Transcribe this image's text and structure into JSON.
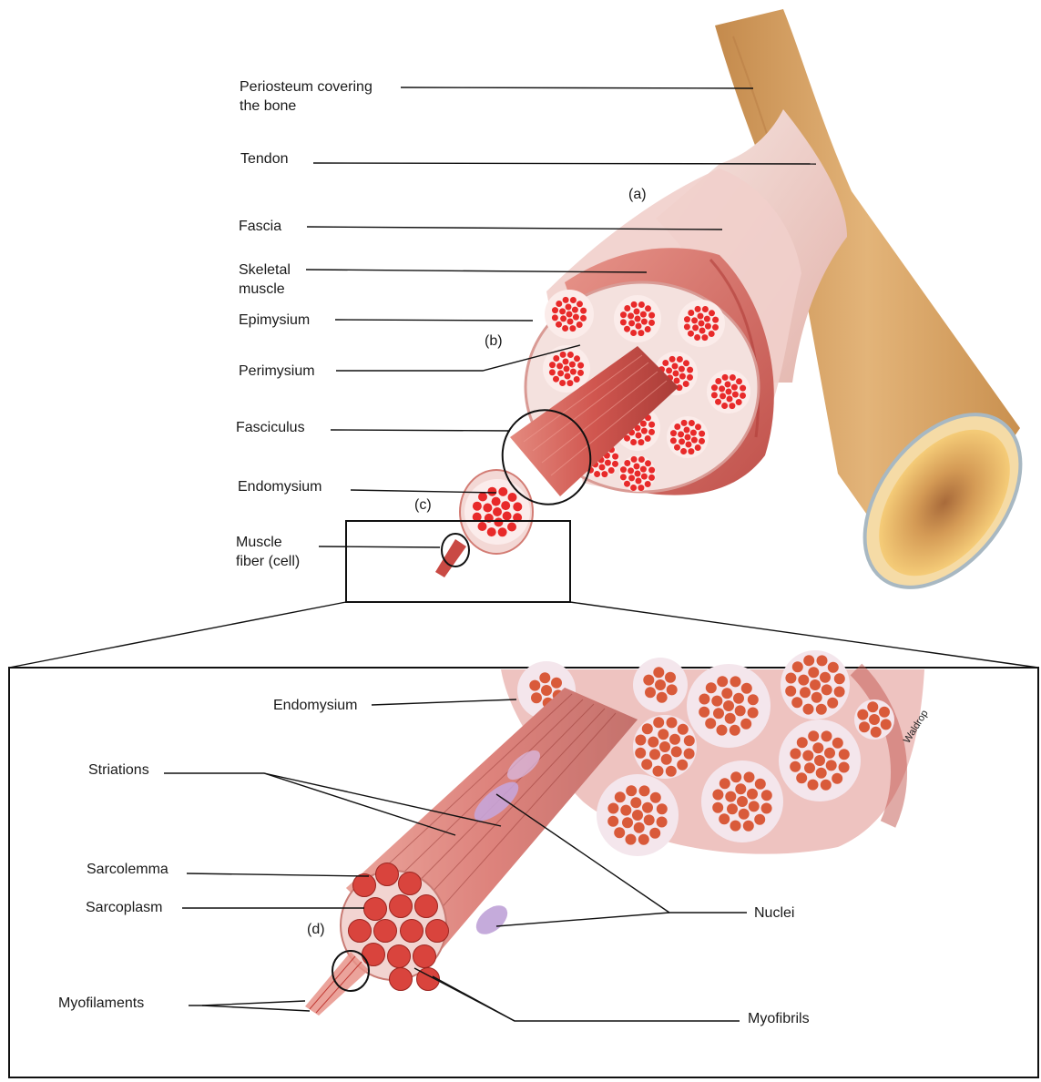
{
  "top_panel": {
    "labels": {
      "periosteum_l1": "Periosteum covering",
      "periosteum_l2": "the bone",
      "tendon": "Tendon",
      "fascia": "Fascia",
      "skeletal_l1": "Skeletal",
      "skeletal_l2": "muscle",
      "epimysium": "Epimysium",
      "perimysium": "Perimysium",
      "fasciculus": "Fasciculus",
      "endomysium": "Endomysium",
      "muscle_fiber_l1": "Muscle",
      "muscle_fiber_l2": "fiber (cell)"
    },
    "sublabels": {
      "a": "(a)",
      "b": "(b)",
      "c": "(c)"
    }
  },
  "bottom_panel": {
    "labels": {
      "endomysium": "Endomysium",
      "striations": "Striations",
      "sarcolemma": "Sarcolemma",
      "sarcoplasm": "Sarcoplasm",
      "myofilaments": "Myofilaments",
      "nuclei": "Nuclei",
      "myofibrils": "Myofibrils"
    },
    "sublabels": {
      "d": "(d)"
    },
    "signature": "Waldrop"
  },
  "colors": {
    "bone": "#d9a766",
    "bone_marrow": "#f2c66a",
    "tendon": "#f0dcd6",
    "muscle": "#d9605a",
    "muscle_dark": "#b83a36",
    "fascicle_dot": "#e82a2a",
    "connective": "#f3dad8",
    "nuclei": "#b89ad6",
    "line": "#111111"
  }
}
